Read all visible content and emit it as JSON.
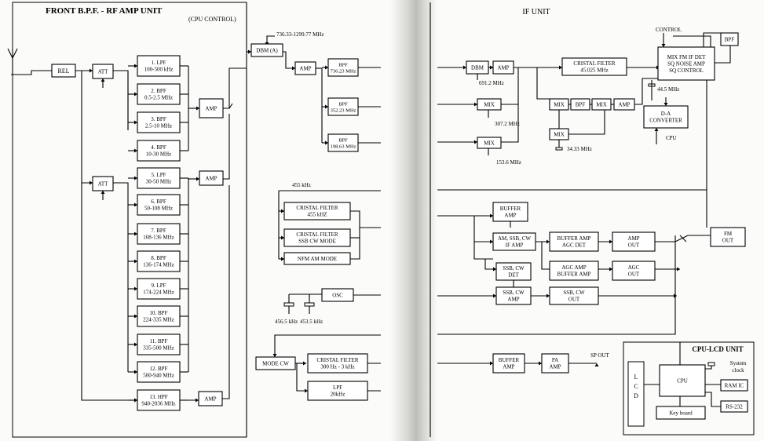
{
  "left_title": "FRONT B.P.F. - RF AMP UNIT",
  "cpu_control": "(CPU CONTROL)",
  "right_title": "IF UNIT",
  "cpu_lcd_title": "CPU-LCD UNIT",
  "rel": "REL",
  "att": "ATT",
  "amp": "AMP",
  "filters": [
    [
      "1. LPF",
      "100-500 kHz"
    ],
    [
      "2. BPF",
      "0.5-2.5 MHz"
    ],
    [
      "3. BPF",
      "2.5-10 MHz"
    ],
    [
      "4. BPF",
      "10-30 MHz"
    ],
    [
      "5. LPF",
      "30-50 MHz"
    ],
    [
      "6. BPF",
      "50-108 MHz"
    ],
    [
      "7. BPF",
      "108-136 MHz"
    ],
    [
      "8. BPF",
      "136-174 MHz"
    ],
    [
      "9. LPF",
      "174-224 MHz"
    ],
    [
      "10. BPF",
      "224-335 MHz"
    ],
    [
      "11. BPF",
      "335-500 MHz"
    ],
    [
      "12. BPF",
      "500-940 MHz"
    ],
    [
      "13. HPF",
      "940-2036 MHz"
    ]
  ],
  "dbm_a": "DBM (A)",
  "freq_range": "736.33-1299.77 MHz",
  "bpf_mid": [
    [
      "BPF",
      "736.23 MHz"
    ],
    [
      "BPF",
      "352.23 MHz"
    ],
    [
      "BPF",
      "198.63 MHz"
    ]
  ],
  "f455": "455 kHz",
  "cristal_455": [
    "CRISTAL FILTER",
    "455 kHZ"
  ],
  "cristal_ssb": [
    "CRISTAL FILTER",
    "SSB CW MODE"
  ],
  "nfm_am": "NFM AM MODE",
  "osc": "OSC",
  "x1": "456.5 kHz",
  "x2": "453.5 kHz",
  "mode_cw": "MODE CW",
  "cristal_300": [
    "CRISTAL FILTER",
    "300 Hz - 3 kHz"
  ],
  "lpf_20": [
    "LPF",
    "20kHz"
  ],
  "dbm": "DBM",
  "f691": "691.2 MHz",
  "cristal_45": [
    "CRISTAL FILTER",
    "45.025 MHz"
  ],
  "mix_fm": [
    "MIX FM IF DET",
    "SQ NOISE AMP",
    "SQ CONTROL"
  ],
  "control": "CONTROL",
  "bpf": "BPF",
  "f445": "44.5 MHz",
  "mix": "MIX",
  "f307": "307.2 MHz",
  "f153": "153.6 MHz",
  "f3433": "34.33 MHz",
  "da": [
    "D-A",
    "CONVERTER"
  ],
  "cpu": "CPU",
  "buffer_amp": [
    "BUFFER",
    "AMP"
  ],
  "am_ssb": [
    "AM, SSB, CW",
    "IF AMP"
  ],
  "buf_agc": [
    "BUFFER AMP",
    "AGC DET"
  ],
  "amp_out": [
    "AMP",
    "OUT"
  ],
  "fm_out": [
    "FM",
    "OUT"
  ],
  "agc_buf": [
    "AGC AMP",
    "BUFFER AMP"
  ],
  "agc_out": [
    "AGC",
    "OUT"
  ],
  "ssb_det": [
    "SSB, CW",
    "DET"
  ],
  "ssb_amp": [
    "SSB, CW",
    "AMP"
  ],
  "ssb_out": [
    "SSB, CW",
    "OUT"
  ],
  "pa_amp": [
    "PA",
    "AMP"
  ],
  "sp_out": "SP OUT",
  "lcd": [
    "L",
    "C",
    "D"
  ],
  "ram_ic": "RAM IC",
  "rs232": "RS-232",
  "sys_clock": [
    "System",
    "clock"
  ],
  "keyboard": "Key board"
}
